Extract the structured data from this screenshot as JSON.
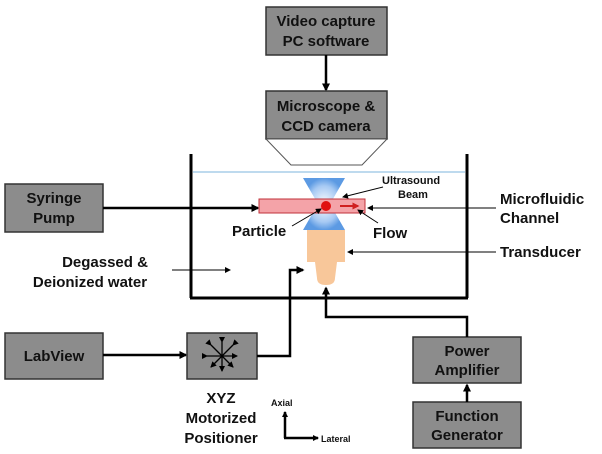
{
  "boxes": {
    "video": {
      "line1": "Video capture",
      "line2": "PC software"
    },
    "microscope": {
      "line1": "Microscope &",
      "line2": "CCD camera"
    },
    "syringe": {
      "line1": "Syringe",
      "line2": "Pump"
    },
    "labview": {
      "line1": "LabView"
    },
    "power": {
      "line1": "Power",
      "line2": "Amplifier"
    },
    "function": {
      "line1": "Function",
      "line2": "Generator"
    }
  },
  "labels": {
    "ultrasound_line1": "Ultrasound",
    "ultrasound_line2": "Beam",
    "microfluidic_line1": "Microfluidic",
    "microfluidic_line2": "Channel",
    "particle": "Particle",
    "flow": "Flow",
    "transducer": "Transducer",
    "water_line1": "Degassed &",
    "water_line2": "Deionized water",
    "xyz_line1": "XYZ",
    "xyz_line2": "Motorized",
    "xyz_line3": "Positioner",
    "axial": "Axial",
    "lateral": "Lateral"
  },
  "colors": {
    "box_fill": "#8c8c8c",
    "box_stroke": "#333333",
    "channel_fill": "#f4a3a8",
    "channel_stroke": "#c0303a",
    "particle": "#e01010",
    "transducer": "#f8c79a",
    "beam": "#4a8fe0",
    "water_line": "#a8cde8"
  },
  "icons": [
    "crosshair-arrows-icon"
  ]
}
